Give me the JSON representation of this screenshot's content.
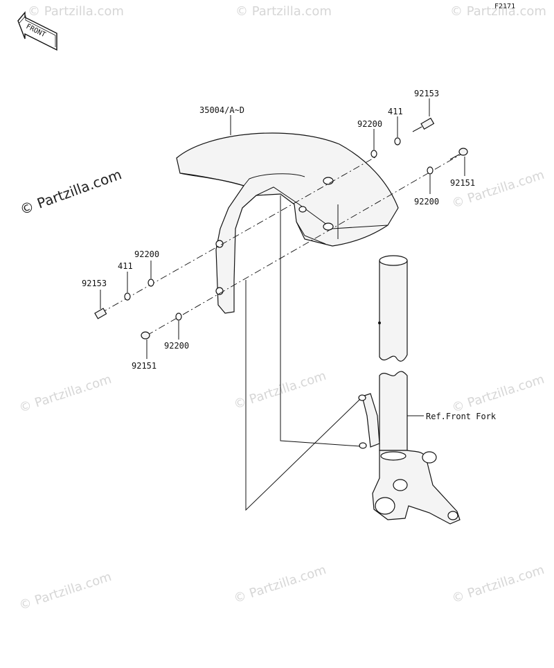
{
  "figure_code": "F2171",
  "front_badge": "FRONT",
  "watermark": "© Partzilla.com",
  "parts": [
    {
      "id": "fender",
      "number": "35004/A~D"
    },
    {
      "id": "bolt-top-right",
      "number": "92153"
    },
    {
      "id": "collar-top-right",
      "number": "411"
    },
    {
      "id": "washer-top-right",
      "number": "92200"
    },
    {
      "id": "bolt-right",
      "number": "92151"
    },
    {
      "id": "washer-right",
      "number": "92200"
    },
    {
      "id": "washer-left",
      "number": "92200"
    },
    {
      "id": "collar-left",
      "number": "411"
    },
    {
      "id": "bolt-left",
      "number": "92153"
    },
    {
      "id": "washer-lower-left",
      "number": "92200"
    },
    {
      "id": "bolt-lower-left",
      "number": "92151"
    }
  ],
  "reference": "Ref.Front Fork"
}
